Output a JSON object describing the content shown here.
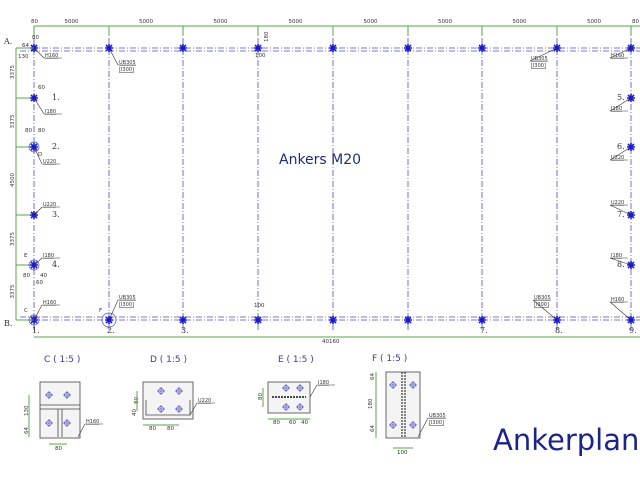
{
  "drawing": {
    "title": "Ankerplan",
    "note": "Ankers M20",
    "top_dims": [
      "80",
      "5000",
      "5000",
      "5000",
      "5000",
      "5000",
      "5000",
      "5000",
      "5000",
      "80"
    ],
    "total_dim": "40160",
    "left_dims": [
      "3375",
      "3375",
      "4500",
      "3375",
      "3375"
    ],
    "rows": [
      "A.",
      "B."
    ],
    "columns": [
      "1.",
      "2.",
      "3.",
      "7.",
      "8.",
      "9."
    ],
    "left_points": [
      "1.",
      "2.",
      "3.",
      "4."
    ],
    "right_points": [
      "5.",
      "6.",
      "7.",
      "8."
    ],
    "profiles": {
      "h160": "H160",
      "ub305": "UB305",
      "i300": "[I300]",
      "i180": "I180",
      "u220": "U220"
    },
    "small_dims": {
      "d80": "80",
      "d64": "64",
      "d130": "130",
      "d60": "60",
      "d40": "40",
      "d100": "100",
      "d180": "180"
    },
    "detail_marks": [
      "C",
      "D",
      "E",
      "F"
    ],
    "details": [
      {
        "title": "C ( 1:5 )",
        "profile": "H160",
        "dims": [
          "130",
          "64",
          "80"
        ]
      },
      {
        "title": "D ( 1:5 )",
        "profile": "U220",
        "dims": [
          "80",
          "40",
          "80",
          "80"
        ]
      },
      {
        "title": "E ( 1:5 )",
        "profile": "I180",
        "dims": [
          "80",
          "80",
          "60",
          "40"
        ]
      },
      {
        "title": "F ( 1:5 )",
        "profile": "UB305",
        "profile2": "[I300]",
        "dims": [
          "64",
          "180",
          "64",
          "100"
        ]
      }
    ]
  }
}
